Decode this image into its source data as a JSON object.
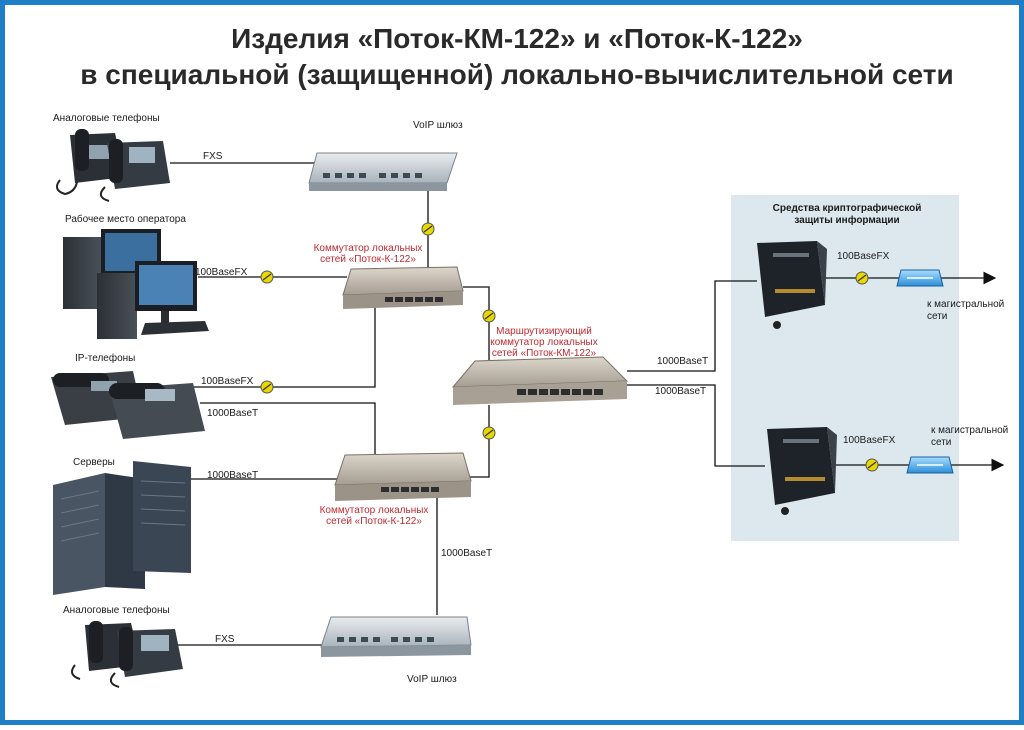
{
  "title": {
    "line1": "Изделия «Поток-КМ-122» и «Поток-К-122»",
    "line2": "в специальной (защищенной) локально-вычислительной сети"
  },
  "labels": {
    "analog_phones_top": "Аналоговые телефоны",
    "operator_workstation": "Рабочее место оператора",
    "ip_phones": "IP-телефоны",
    "servers": "Серверы",
    "analog_phones_bottom": "Аналоговые телефоны",
    "voip_gateway_top": "VoIP шлюз",
    "voip_gateway_bottom": "VoIP шлюз",
    "switch_top": "Коммутатор локальных сетей «Поток-К-122»",
    "switch_bottom": "Коммутатор локальных сетей «Поток-К-122»",
    "router_switch": "Маршрутизирующий коммутатор локальных сетей «Поток-КМ-122»",
    "crypto_title": "Средства криптографической защиты информации",
    "to_backbone_1": "к магистральной сети",
    "to_backbone_2": "к магистральной сети"
  },
  "links": {
    "fxs_top": "FXS",
    "fx_workstation": "100BaseFX",
    "fx_ipphone": "100BaseFX",
    "t_ipphone": "1000BaseT",
    "t_servers": "1000BaseT",
    "t_bottom_switch_down": "1000BaseT",
    "fxs_bottom": "FXS",
    "t_router_top": "1000BaseT",
    "t_router_bottom": "1000BaseT",
    "fx_crypto_1": "100BaseFX",
    "fx_crypto_2": "100BaseFX"
  },
  "colors": {
    "frame": "#1f7fc6",
    "annotation_red": "#c0282f",
    "fiber_marker": "#e8d800",
    "crypto_panel": "#dde8ee"
  }
}
